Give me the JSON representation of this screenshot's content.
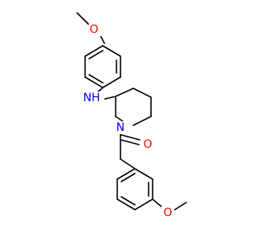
{
  "atoms": {
    "o_top": "O",
    "nh": "NH",
    "n_ring": "N",
    "o_carbonyl": "O",
    "o_bottom": "O"
  },
  "colors": {
    "bond": "#000000",
    "oxygen": "#ff0000",
    "nitrogen": "#0000ff"
  }
}
